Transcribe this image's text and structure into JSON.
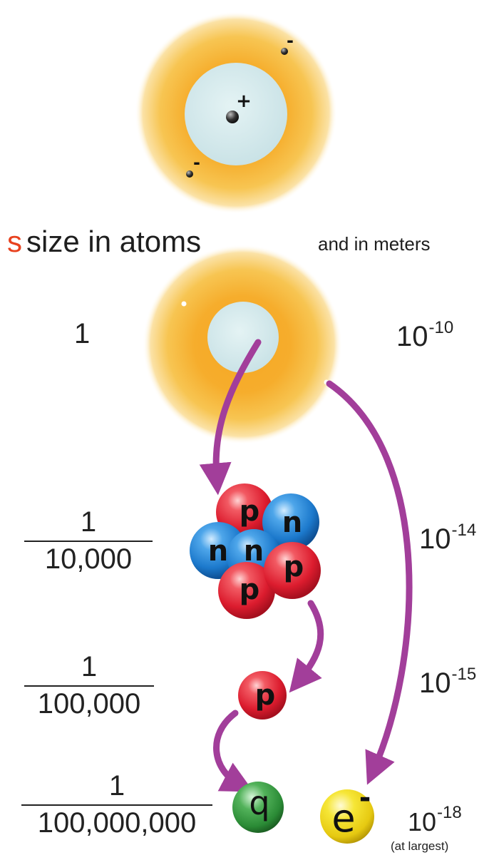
{
  "header": {
    "lead_glyph": "s",
    "size_in_atoms": "size in atoms",
    "and_in_meters": "and in meters"
  },
  "charges": {
    "positive": "+",
    "negative": "-"
  },
  "levels": [
    {
      "scale": "1",
      "power_base": "10",
      "power_exp": "-10"
    },
    {
      "numerator": "1",
      "denominator": "10,000",
      "power_base": "10",
      "power_exp": "-14"
    },
    {
      "numerator": "1",
      "denominator": "100,000",
      "power_base": "10",
      "power_exp": "-15"
    },
    {
      "numerator": "1",
      "denominator": "100,000,000",
      "power_base": "10",
      "power_exp": "-18",
      "note": "(at largest)"
    }
  ],
  "nucleus_labels": [
    "p",
    "n",
    "n",
    "n",
    "p",
    "p"
  ],
  "proton_label": "p",
  "quark_label": "q",
  "electron_label": "e",
  "electron_charge": "-",
  "colors": {
    "cloud_outer": "#f6b93a",
    "cloud_inner": "#d7ecee",
    "arrow": "#a23e9a",
    "proton": "#e22a3a",
    "neutron": "#2a8ad8",
    "quark": "#2f9a3e",
    "electron": "#f2e11b"
  }
}
